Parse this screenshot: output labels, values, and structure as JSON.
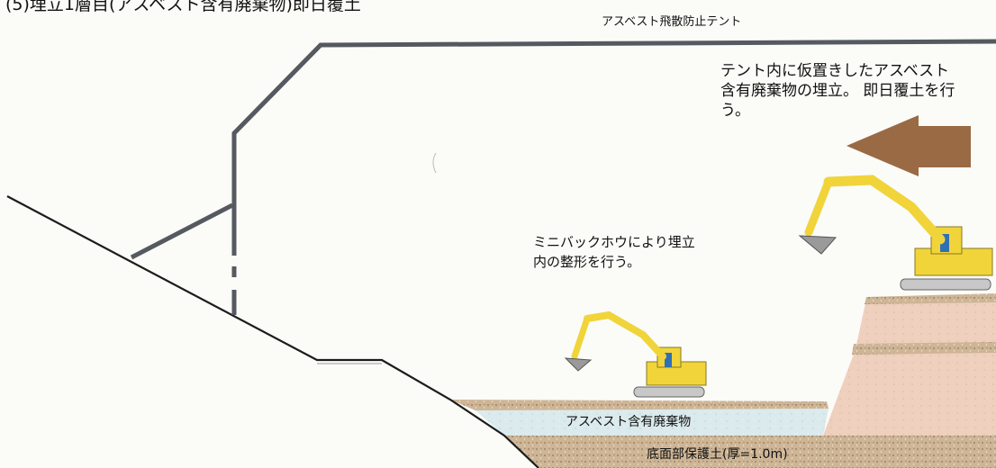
{
  "heading": "(5)埋立1層目(アスベスト含有廃棄物)即日覆土",
  "tent_label": "アスベスト飛散防止テント",
  "note_right": "テント内に仮置きしたアスベスト\n含有廃棄物の埋立。 即日覆土を行\nう。",
  "note_mid": "ミニバックホウにより埋立\n内の整形を行う。",
  "layers": {
    "waste_label": "アスベスト含有廃棄物",
    "base_label": "底面部保護土(厚=1.0m)"
  },
  "colors": {
    "tent_frame": "#555a60",
    "arrow": "#9a6a45",
    "soil": "#c9b08e",
    "waste": "#d7e8ea",
    "mound": "#eccbb8",
    "excavator": "#f2d43a"
  },
  "icons": [
    "left-arrow-icon",
    "excavator-icon"
  ]
}
